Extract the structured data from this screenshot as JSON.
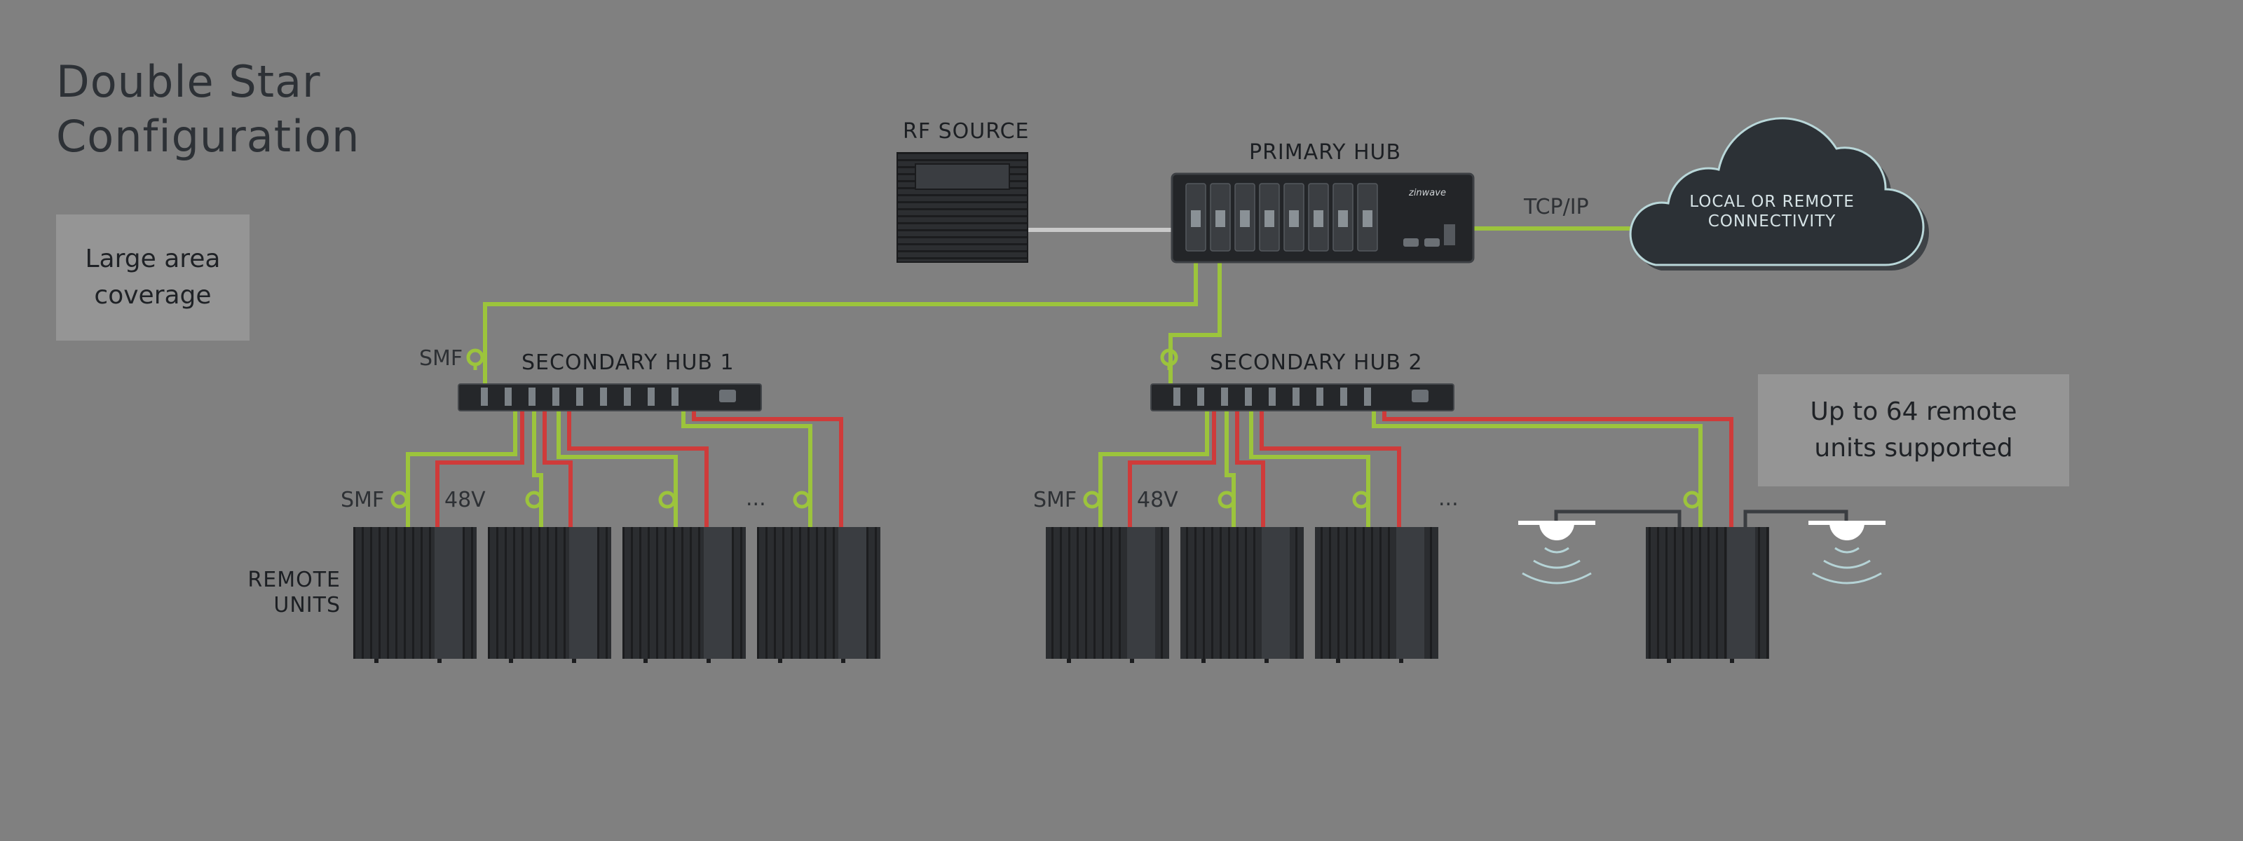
{
  "title": {
    "line1": "Double Star",
    "line2": "Configuration"
  },
  "info_left": {
    "line1": "Large area",
    "line2": "coverage"
  },
  "info_right": {
    "line1": "Up to 64 remote",
    "line2": "units supported"
  },
  "labels": {
    "rf_source": "RF SOURCE",
    "primary_hub": "PRIMARY HUB",
    "tcp_ip": "TCP/IP",
    "cloud_line1": "LOCAL OR REMOTE",
    "cloud_line2": "CONNECTIVITY",
    "secondary_hub_1": "SECONDARY HUB 1",
    "secondary_hub_2": "SECONDARY HUB 2",
    "smf": "SMF",
    "v48": "48V",
    "ellipsis": "...",
    "remote_units_line1": "REMOTE",
    "remote_units_line2": "UNITS",
    "brand": "zinwave"
  },
  "colors": {
    "fiber": "#9cc43c",
    "power": "#cf3b3a",
    "device": "#2a2c2f",
    "background": "#808080"
  }
}
